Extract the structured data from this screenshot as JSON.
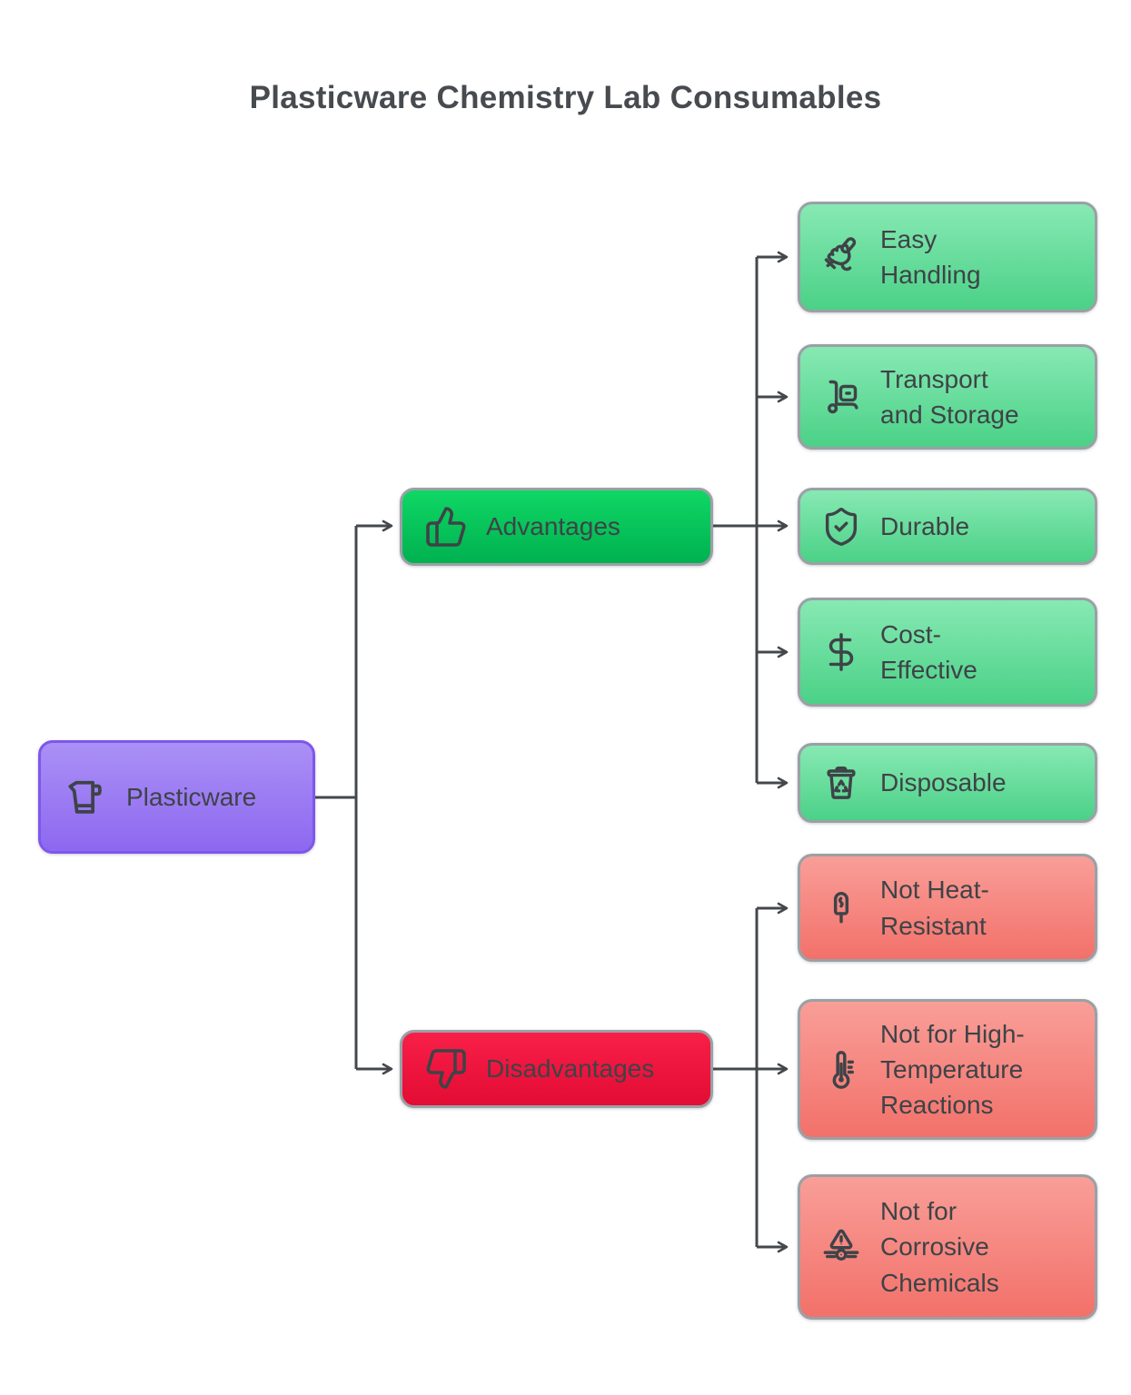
{
  "title": "Plasticware Chemistry Lab Consumables",
  "colors": {
    "root_fill_top": "#ab90f6",
    "root_fill_bottom": "#8d68f0",
    "root_border": "#7e57ec",
    "branch_green_top": "#0fd765",
    "branch_green_bottom": "#00b150",
    "branch_red_top": "#f81f49",
    "branch_red_bottom": "#e30c33",
    "leaf_green_top": "#87e9b3",
    "leaf_green_bottom": "#4bd187",
    "leaf_red_top": "#f99e98",
    "leaf_red_bottom": "#f2716a",
    "node_border": "#9aa0a6",
    "connector": "#44484c",
    "text": "#3e4347",
    "title_text": "#474b4f"
  },
  "nodes": {
    "root": {
      "label": "Plasticware",
      "icon": "beaker-icon"
    },
    "advantages": {
      "label": "Advantages",
      "icon": "thumbs-up-icon"
    },
    "disadvantages": {
      "label": "Disadvantages",
      "icon": "thumbs-down-icon"
    },
    "easy_handling": {
      "label": "Easy\nHandling",
      "icon": "hand-grip-icon"
    },
    "transport_storage": {
      "label": "Transport\nand Storage",
      "icon": "hand-truck-icon"
    },
    "durable": {
      "label": "Durable",
      "icon": "shield-check-icon"
    },
    "cost_effective": {
      "label": "Cost-\nEffective",
      "icon": "dollar-sign-icon"
    },
    "disposable": {
      "label": "Disposable",
      "icon": "recycle-bin-icon"
    },
    "not_heat_resistant": {
      "label": "Not Heat-\nResistant",
      "icon": "melting-popsicle-icon"
    },
    "not_high_temp": {
      "label": "Not for High-\nTemperature\nReactions",
      "icon": "thermometer-icon"
    },
    "not_corrosive": {
      "label": "Not for\nCorrosive\nChemicals",
      "icon": "corrosive-warning-icon"
    }
  }
}
